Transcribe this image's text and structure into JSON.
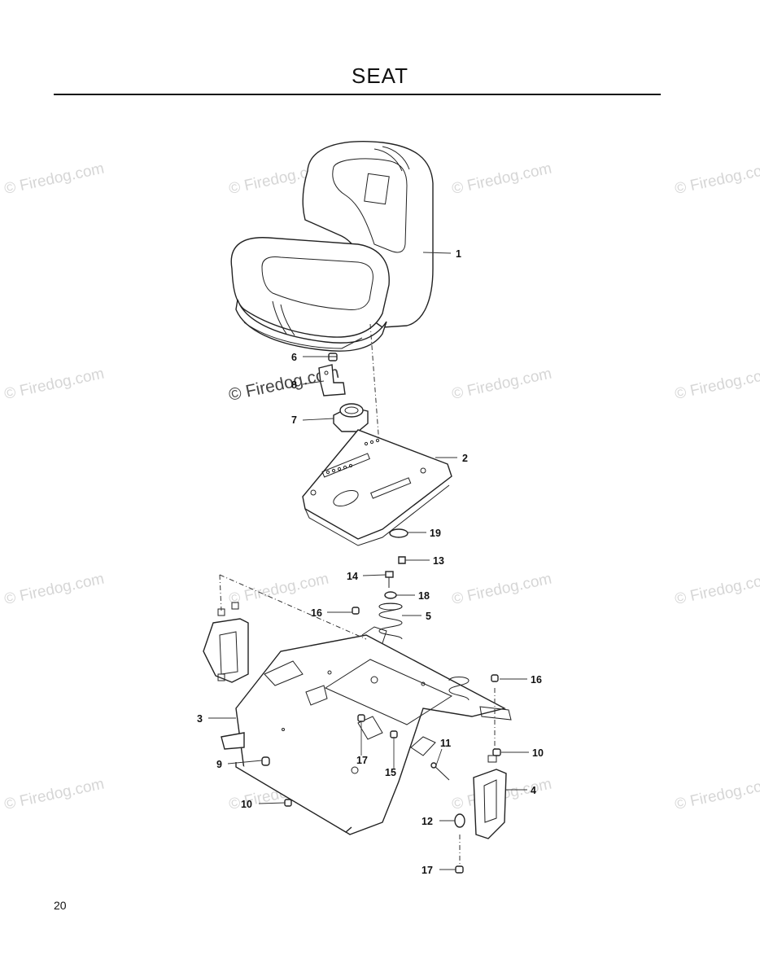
{
  "page": {
    "title": "SEAT",
    "number": "20"
  },
  "watermark": {
    "text": "© Firedog.com"
  },
  "parts": [
    {
      "num": "1",
      "name": "seat"
    },
    {
      "num": "2",
      "name": "seat-pan"
    },
    {
      "num": "3",
      "name": "seat-support-frame"
    },
    {
      "num": "4",
      "name": "bracket-right"
    },
    {
      "num": "5",
      "name": "spring"
    },
    {
      "num": "6",
      "name": "nut"
    },
    {
      "num": "7",
      "name": "seat-switch"
    },
    {
      "num": "8",
      "name": "clip"
    },
    {
      "num": "9",
      "name": "bumper"
    },
    {
      "num": "10",
      "name": "nut"
    },
    {
      "num": "11",
      "name": "pin"
    },
    {
      "num": "12",
      "name": "bushing"
    },
    {
      "num": "13",
      "name": "nut"
    },
    {
      "num": "14",
      "name": "bolt"
    },
    {
      "num": "15",
      "name": "nut"
    },
    {
      "num": "16",
      "name": "nut"
    },
    {
      "num": "17",
      "name": "nut"
    },
    {
      "num": "18",
      "name": "washer"
    },
    {
      "num": "19",
      "name": "washer"
    }
  ],
  "callouts": [
    {
      "label": "1"
    },
    {
      "label": "2"
    },
    {
      "label": "3"
    },
    {
      "label": "4"
    },
    {
      "label": "5"
    },
    {
      "label": "6"
    },
    {
      "label": "7"
    },
    {
      "label": "8"
    },
    {
      "label": "9"
    },
    {
      "label": "10"
    },
    {
      "label": "10"
    },
    {
      "label": "11"
    },
    {
      "label": "12"
    },
    {
      "label": "13"
    },
    {
      "label": "14"
    },
    {
      "label": "15"
    },
    {
      "label": "16"
    },
    {
      "label": "16"
    },
    {
      "label": "17"
    },
    {
      "label": "17"
    },
    {
      "label": "18"
    },
    {
      "label": "19"
    }
  ]
}
